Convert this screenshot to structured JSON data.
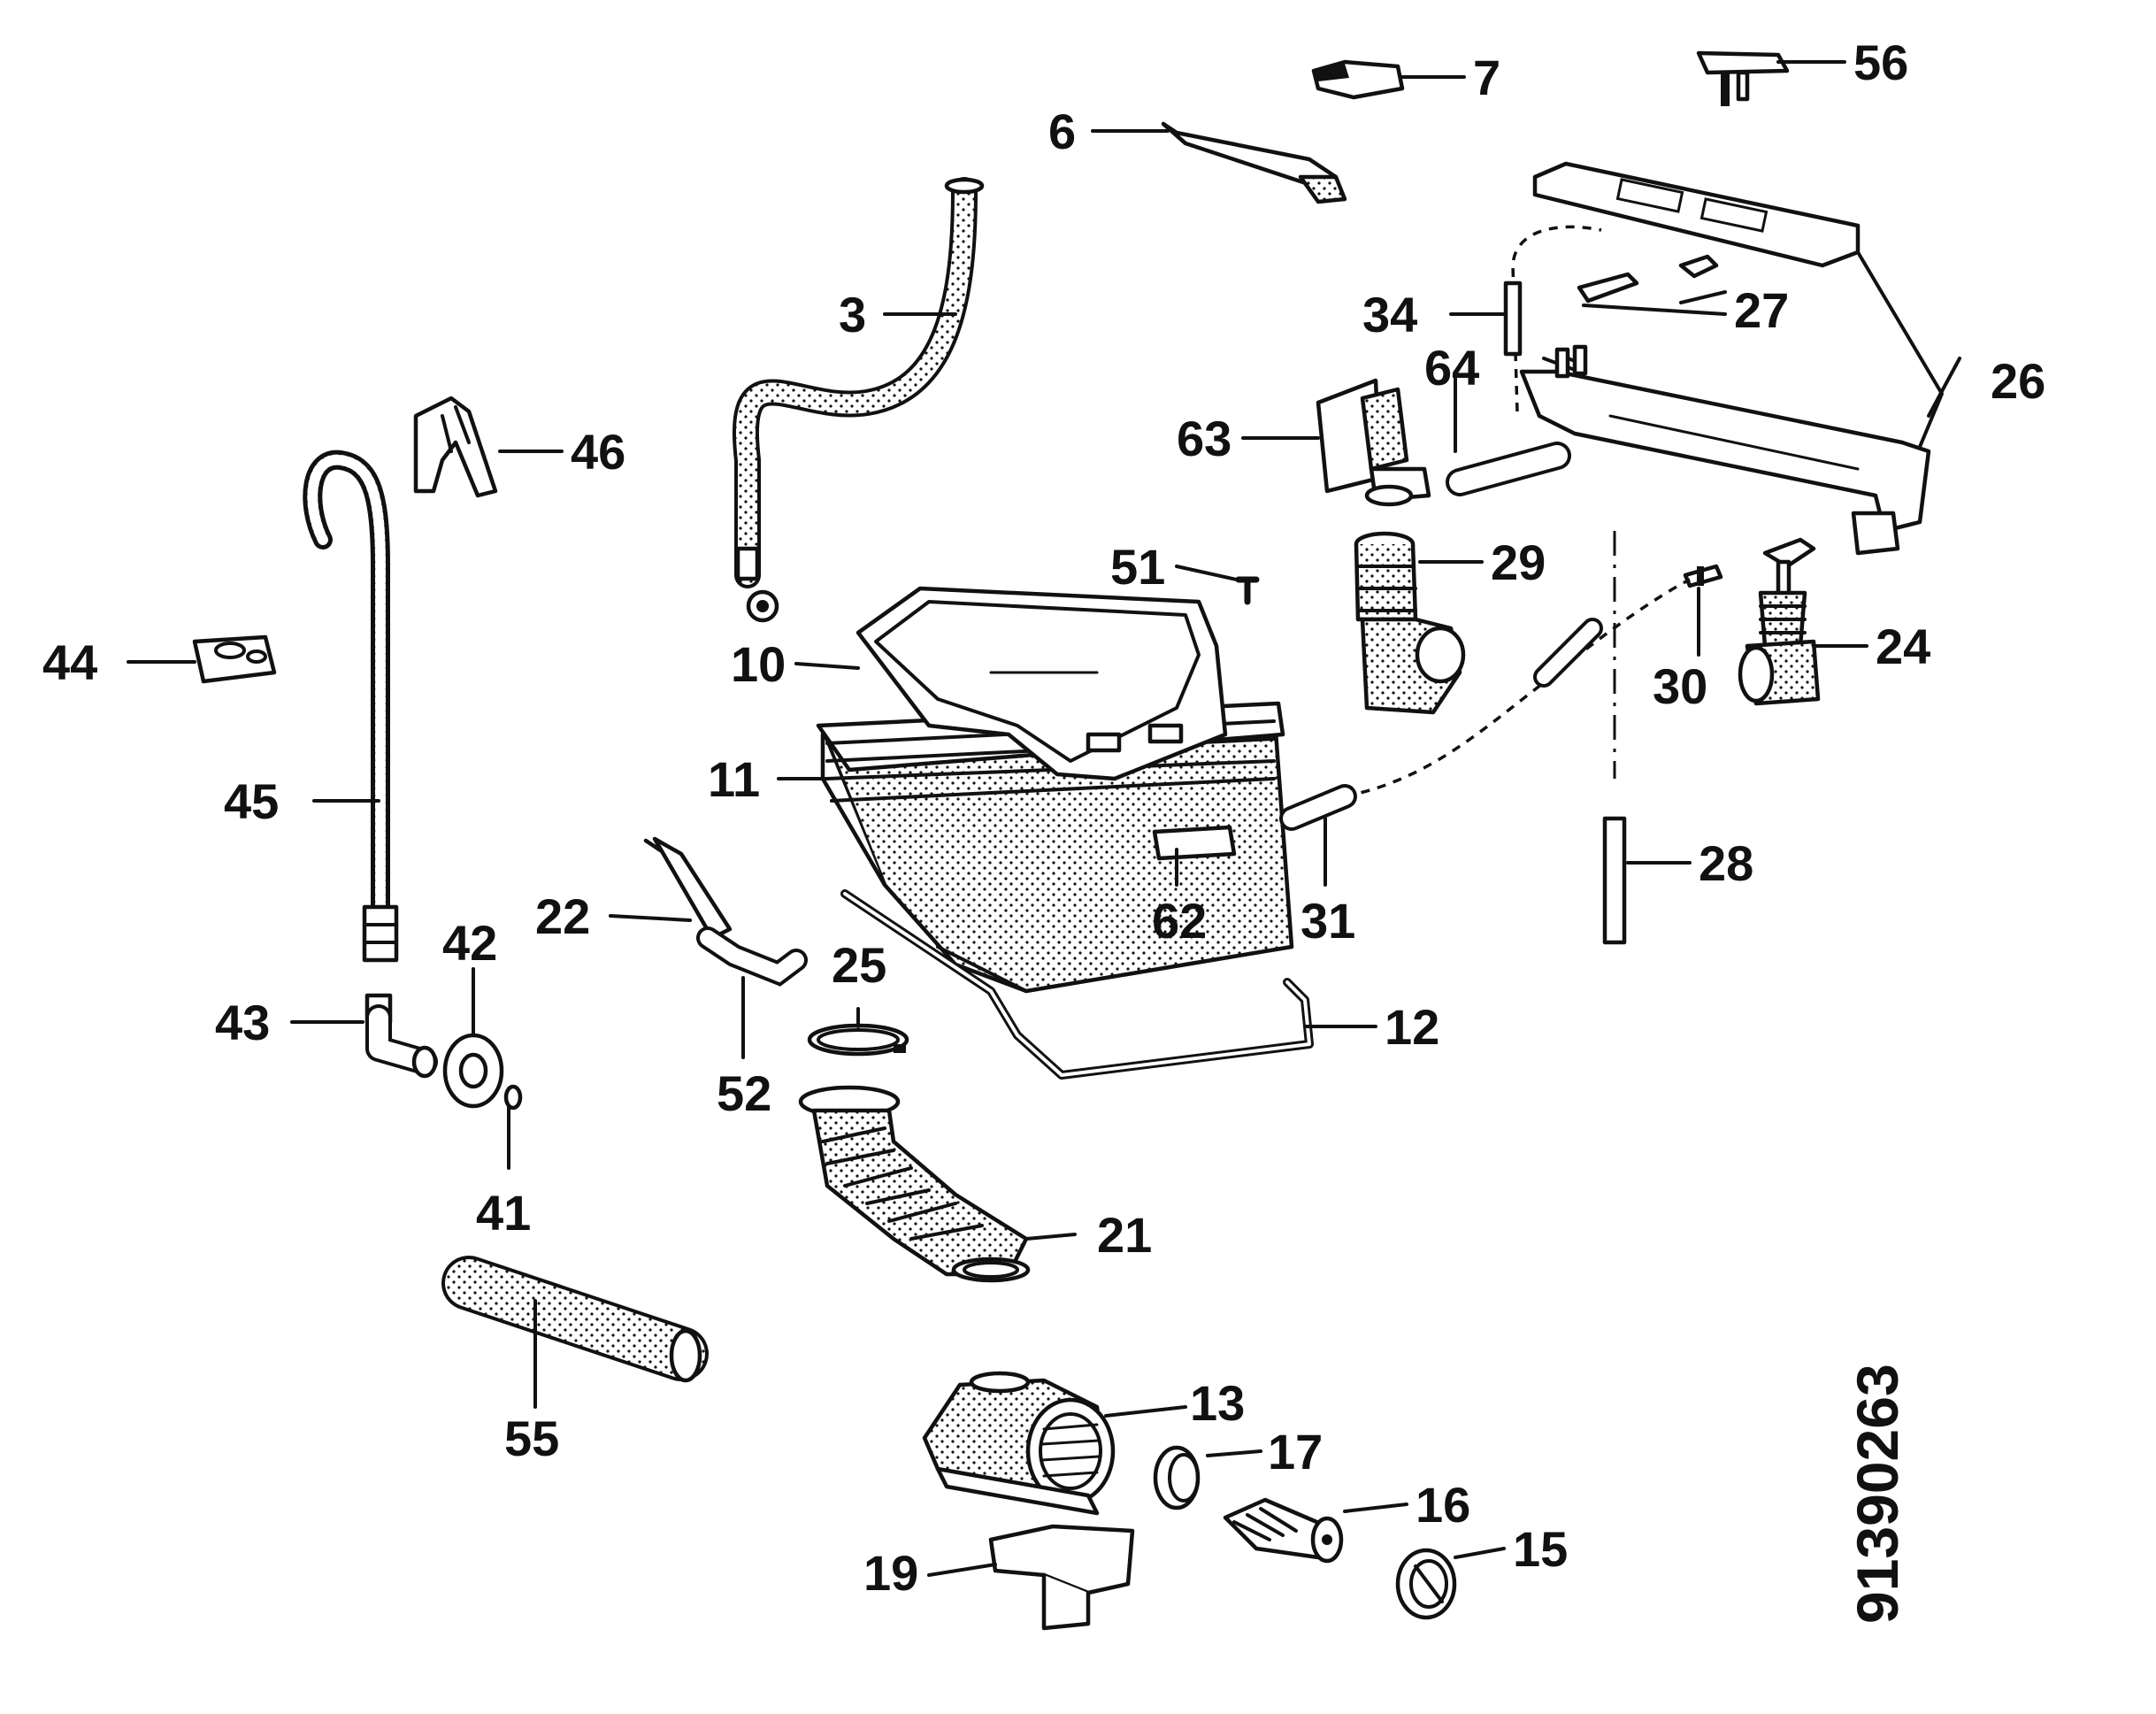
{
  "diagram": {
    "document_number": "91390263",
    "part_labels": [
      "3",
      "6",
      "7",
      "10",
      "11",
      "12",
      "13",
      "15",
      "16",
      "17",
      "19",
      "21",
      "22",
      "24",
      "25",
      "26",
      "27",
      "28",
      "29",
      "30",
      "31",
      "34",
      "41",
      "42",
      "43",
      "44",
      "45",
      "46",
      "51",
      "52",
      "55",
      "56",
      "62",
      "63",
      "64"
    ]
  }
}
